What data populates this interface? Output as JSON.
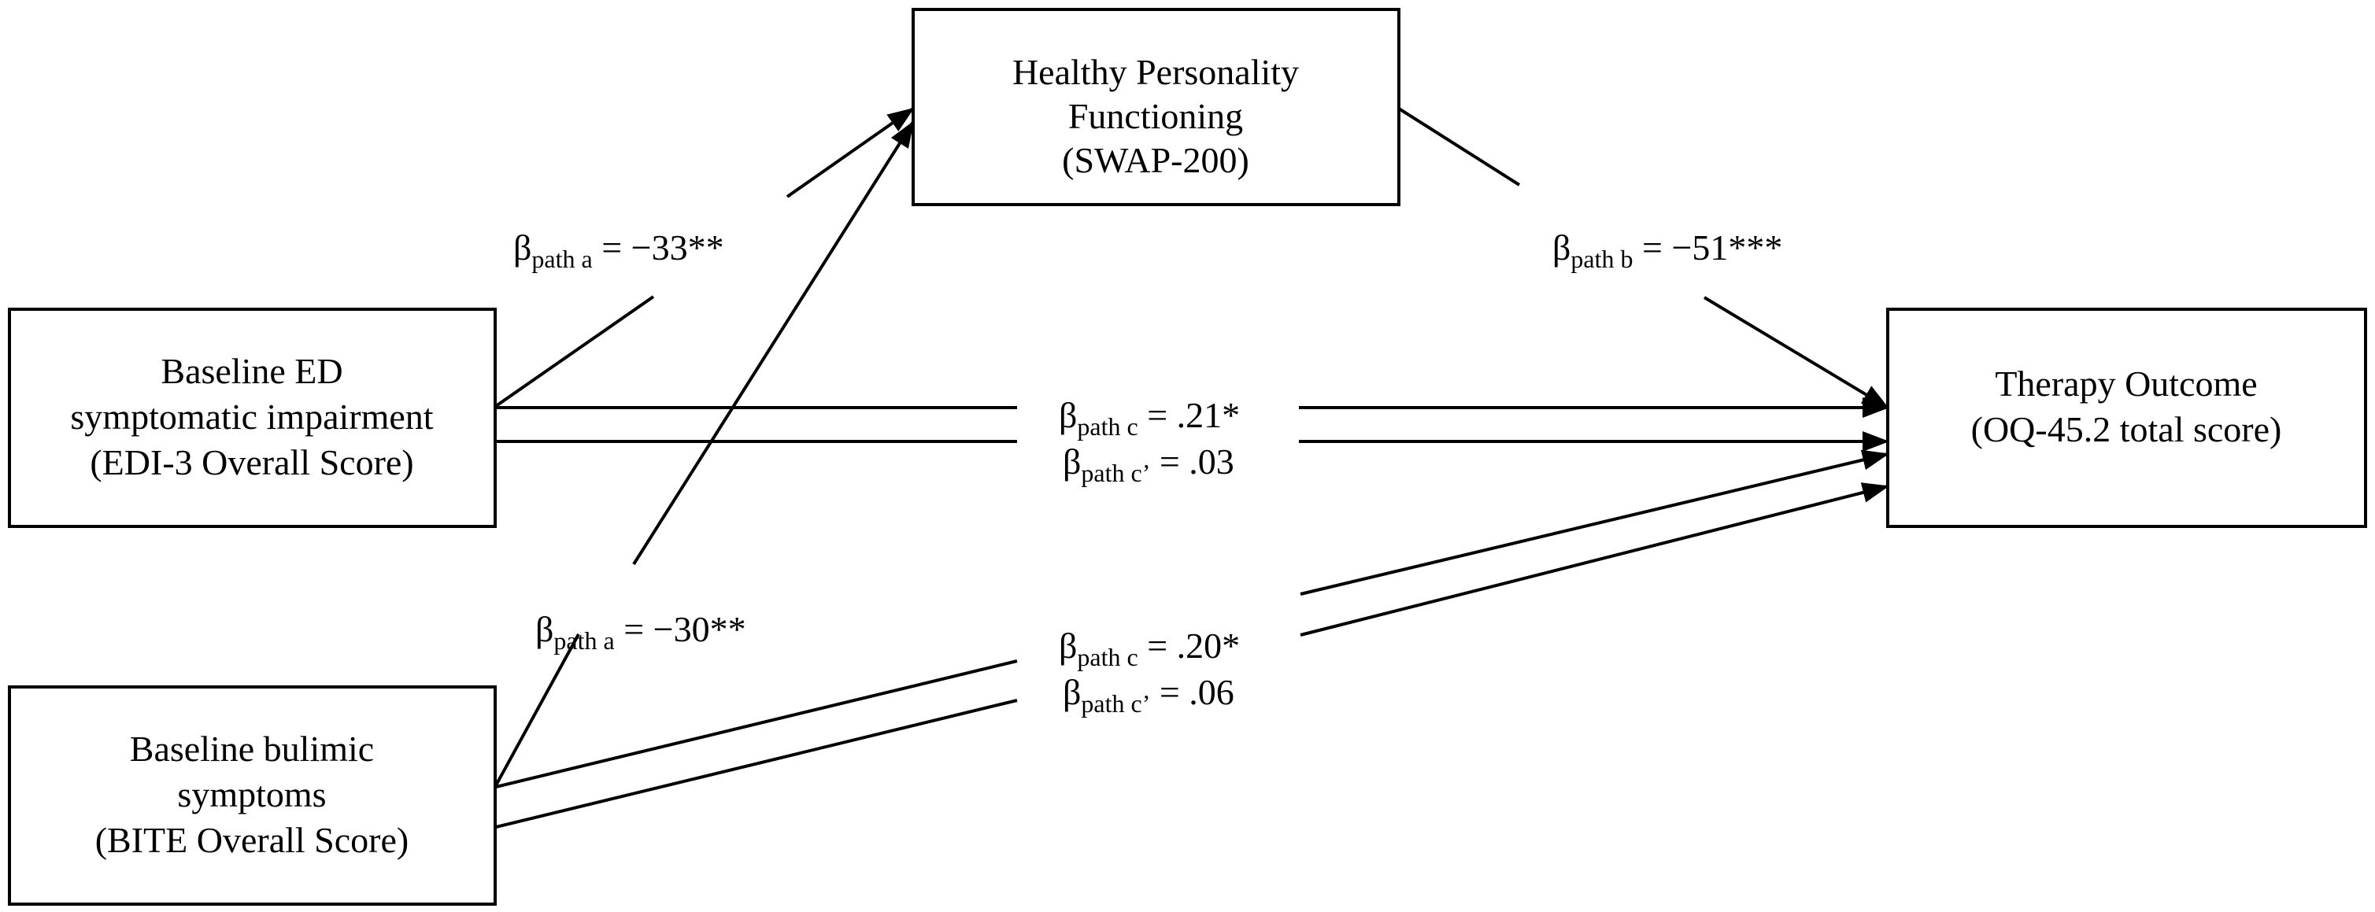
{
  "nodes": {
    "mediator": {
      "lines": [
        "Healthy Personality",
        "Functioning",
        "(SWAP-200)"
      ]
    },
    "predictor_ed": {
      "lines": [
        "Baseline ED",
        "symptomatic impairment",
        "(EDI-3 Overall Score)"
      ]
    },
    "predictor_bulimic": {
      "lines": [
        "Baseline bulimic",
        "symptoms",
        "(BITE Overall Score)"
      ]
    },
    "outcome": {
      "lines": [
        "Therapy Outcome",
        "(OQ-45.2 total score)"
      ]
    }
  },
  "paths": {
    "ed_a": {
      "symbol": "β",
      "sub": "path a",
      "value": " = −33**"
    },
    "bulimic_a": {
      "symbol": "β",
      "sub": "path a",
      "value": " = −30**"
    },
    "b": {
      "symbol": "β",
      "sub": "path b",
      "value": " = −51***"
    },
    "ed_c": {
      "symbol": "β",
      "sub": "path c",
      "value": " = .21*"
    },
    "ed_c_prime": {
      "symbol": "β",
      "sub": "path c’",
      "value": " = .03"
    },
    "bulimic_c": {
      "symbol": "β",
      "sub": "path c",
      "value": " = .20*"
    },
    "bulimic_c_prime": {
      "symbol": "β",
      "sub": "path c’",
      "value": " = .06"
    }
  },
  "colors": {
    "stroke": "#000000",
    "background": "#ffffff"
  }
}
